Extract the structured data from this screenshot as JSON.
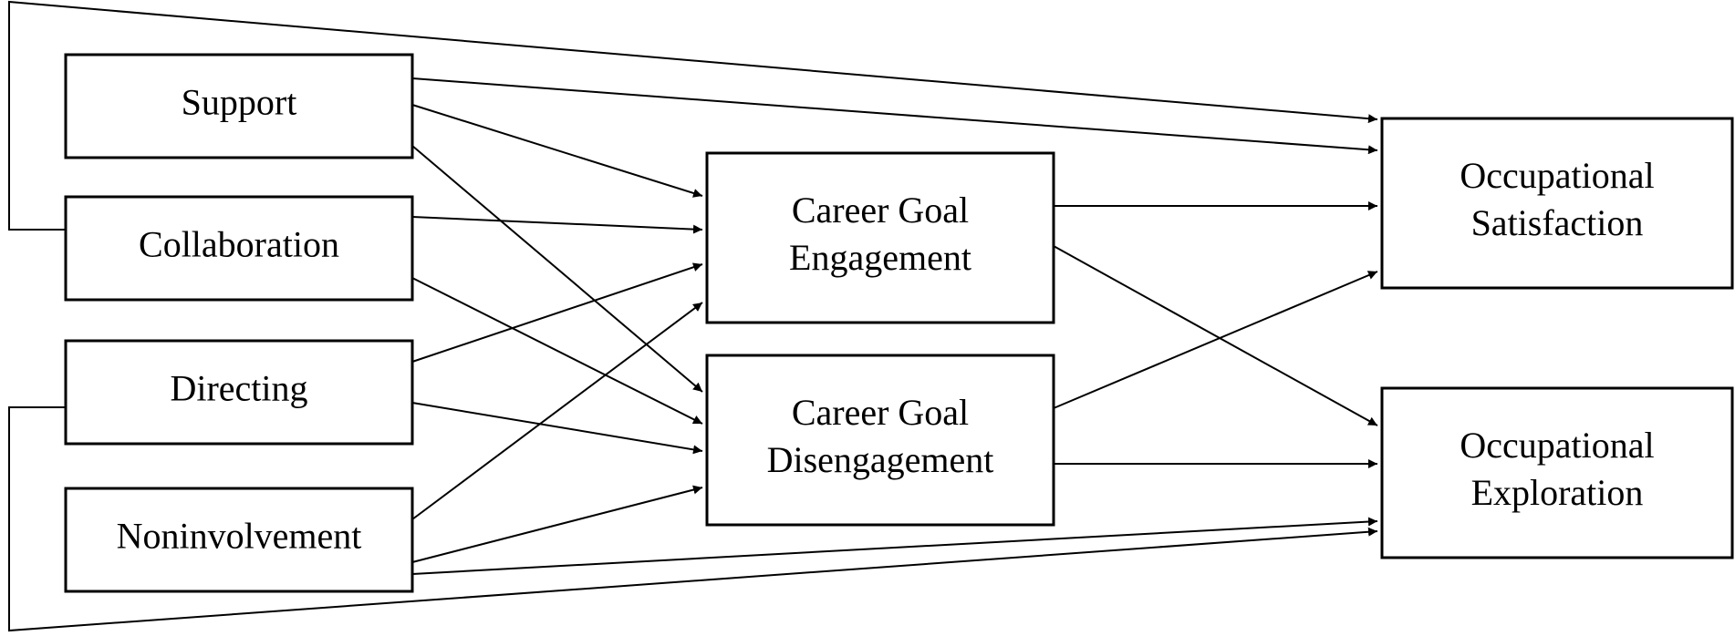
{
  "nodes": [
    {
      "id": "support",
      "lines": [
        "Support"
      ]
    },
    {
      "id": "collaboration",
      "lines": [
        "Collaboration"
      ]
    },
    {
      "id": "directing",
      "lines": [
        "Directing"
      ]
    },
    {
      "id": "noninvolvement",
      "lines": [
        "Noninvolvement"
      ]
    },
    {
      "id": "career-goal-engagement",
      "lines": [
        "Career Goal",
        "Engagement"
      ]
    },
    {
      "id": "career-goal-disengagement",
      "lines": [
        "Career Goal",
        "Disengagement"
      ]
    },
    {
      "id": "occupational-satisfaction",
      "lines": [
        "Occupational",
        "Satisfaction"
      ]
    },
    {
      "id": "occupational-exploration",
      "lines": [
        "Occupational",
        "Exploration"
      ]
    }
  ],
  "edges": [
    {
      "from": "support",
      "to": "career-goal-engagement"
    },
    {
      "from": "support",
      "to": "career-goal-disengagement"
    },
    {
      "from": "support",
      "to": "occupational-satisfaction"
    },
    {
      "from": "collaboration",
      "to": "career-goal-engagement"
    },
    {
      "from": "collaboration",
      "to": "career-goal-disengagement"
    },
    {
      "from": "collaboration",
      "to": "occupational-satisfaction"
    },
    {
      "from": "directing",
      "to": "career-goal-engagement"
    },
    {
      "from": "directing",
      "to": "career-goal-disengagement"
    },
    {
      "from": "directing",
      "to": "occupational-exploration"
    },
    {
      "from": "noninvolvement",
      "to": "career-goal-engagement"
    },
    {
      "from": "noninvolvement",
      "to": "career-goal-disengagement"
    },
    {
      "from": "noninvolvement",
      "to": "occupational-exploration"
    },
    {
      "from": "career-goal-engagement",
      "to": "occupational-satisfaction"
    },
    {
      "from": "career-goal-engagement",
      "to": "occupational-exploration"
    },
    {
      "from": "career-goal-disengagement",
      "to": "occupational-satisfaction"
    },
    {
      "from": "career-goal-disengagement",
      "to": "occupational-exploration"
    }
  ]
}
